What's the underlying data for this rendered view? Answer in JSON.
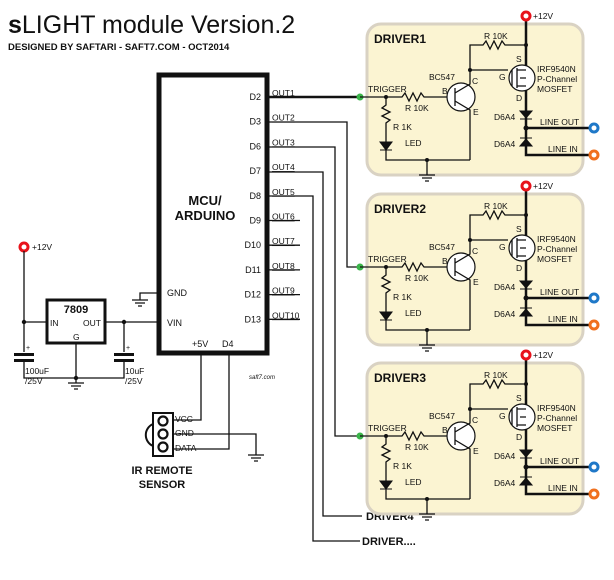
{
  "title": {
    "prefix": "s",
    "main": "LIGHT module Version.2",
    "credit": "DESIGNED BY SAFTARI - SAFT7.COM - OCT2014"
  },
  "colors": {
    "panel_fill": "#fbf4d2",
    "panel_border": "#d9d2c3",
    "power_terminal": "#e8131b",
    "line_out_terminal": "#1f78c8",
    "line_in_terminal": "#f0701e",
    "trigger_node": "#3ab54a",
    "wire": "#111111"
  },
  "mcu": {
    "label_line1": "MCU/",
    "label_line2": "ARDUINO",
    "left_pins": [
      "GND",
      "VIN"
    ],
    "bottom_pins": [
      "+5V",
      "D4"
    ],
    "right_pins": [
      {
        "pin": "D2",
        "out": "OUT1"
      },
      {
        "pin": "D3",
        "out": "OUT2"
      },
      {
        "pin": "D6",
        "out": "OUT3"
      },
      {
        "pin": "D7",
        "out": "OUT4"
      },
      {
        "pin": "D8",
        "out": "OUT5"
      },
      {
        "pin": "D9",
        "out": "OUT6"
      },
      {
        "pin": "D10",
        "out": "OUT7"
      },
      {
        "pin": "D11",
        "out": "OUT8"
      },
      {
        "pin": "D12",
        "out": "OUT9"
      },
      {
        "pin": "D13",
        "out": "OUT10"
      }
    ]
  },
  "regulator": {
    "supply": "+12V",
    "part": "7809",
    "in_label": "IN",
    "out_label": "OUT",
    "gnd_label": "G",
    "cap_in_value": "100uF",
    "cap_in_voltage": "/25V",
    "cap_out_value": "10uF",
    "cap_out_voltage": "/25V"
  },
  "ir_sensor": {
    "pins": [
      "VCC",
      "GND",
      "DATA"
    ],
    "label_line1": "IR REMOTE",
    "label_line2": "SENSOR"
  },
  "watermark": "saft7.com",
  "drivers": [
    {
      "name": "DRIVER1"
    },
    {
      "name": "DRIVER2"
    },
    {
      "name": "DRIVER3"
    }
  ],
  "driver_labels": {
    "supply": "+12V",
    "trigger": "TRIGGER",
    "r_base": "R 10K",
    "r_led": "R 1K",
    "led": "LED",
    "transistor": "BC547",
    "b": "B",
    "c": "C",
    "e": "E",
    "r_gate": "R 10K",
    "mosfet_line1": "IRF9540N",
    "mosfet_line2": "P-Channel",
    "mosfet_line3": "MOSFET",
    "s": "S",
    "g": "G",
    "d": "D",
    "diode1": "D6A4",
    "diode2": "D6A4",
    "line_out": "LINE OUT",
    "line_in": "LINE IN"
  },
  "extra_outputs": [
    "DRIVER4",
    "DRIVER...."
  ]
}
